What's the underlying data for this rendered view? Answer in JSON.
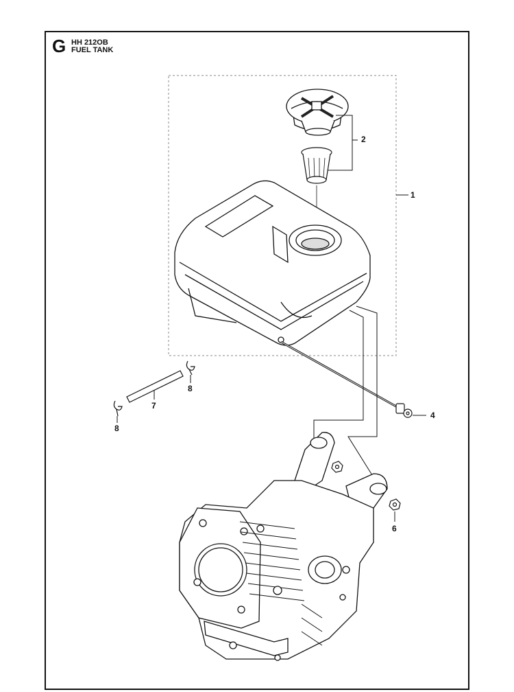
{
  "header": {
    "section_letter": "G",
    "model": "HH 212OB",
    "title": "FUEL TANK"
  },
  "callouts": {
    "c1": "1",
    "c2": "2",
    "c4": "4",
    "c6": "6",
    "c7": "7",
    "c8a": "8",
    "c8b": "8"
  }
}
